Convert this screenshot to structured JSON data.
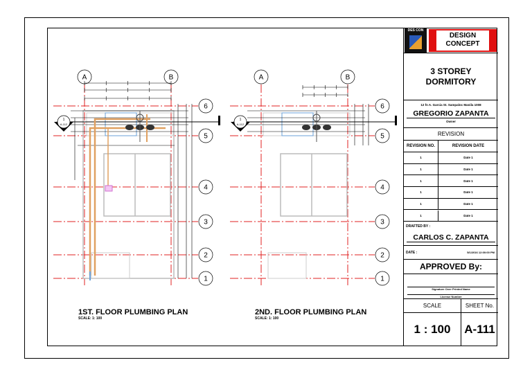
{
  "title_block": {
    "logo_text": "DES CON",
    "brand": "DESIGN CONCEPT",
    "brand_line1": "DESIGN",
    "brand_line2": "CONCEPT",
    "project_line1": "3 STOREY",
    "project_line2": "DORMITORY",
    "address": "12 fn A. Garcia St. Sampaloc Manila 1008",
    "owner_name": "GREGORIO ZAPANTA",
    "owner_label": "Owner",
    "revision_label": "REVISION",
    "revision_headers": [
      "REVISION NO.",
      "REVISION  DATE"
    ],
    "revisions": [
      {
        "no": "1",
        "date": "Date 1"
      },
      {
        "no": "1",
        "date": "Date 1"
      },
      {
        "no": "1",
        "date": "Date 1"
      },
      {
        "no": "1",
        "date": "Date 1"
      },
      {
        "no": "1",
        "date": "Date 1"
      },
      {
        "no": "1",
        "date": "Date 1"
      }
    ],
    "drafted_by_label": "DRAFTED BY :",
    "drafted_by": "CARLOS C. ZAPANTA",
    "date_label": "DATE :",
    "date_value": "5/1/2016 12:00:00 PM",
    "approved_label": "APPROVED By:",
    "signature_label": "Signature Over Printed Name",
    "license_label": "License Number",
    "scale_label": "SCALE",
    "sheet_label": "SHEET No.",
    "scale_value": "1 : 100",
    "sheet_value": "A-111"
  },
  "plans": [
    {
      "title": "1ST. FLOOR PLUMBING PLAN",
      "scale": "SCALE: 1: 100",
      "section_mark": "1",
      "section_ref": "A-112"
    },
    {
      "title": "2ND. FLOOR PLUMBING PLAN",
      "scale": "SCALE: 1: 100",
      "section_mark": "1",
      "section_ref": "A-112"
    }
  ],
  "grid": {
    "columns": [
      "A",
      "B"
    ],
    "rows": [
      "6",
      "5",
      "4",
      "3",
      "2",
      "1"
    ]
  },
  "colors": {
    "gridline": "#e02020",
    "pipe": "#e0a060",
    "water": "#6aa0d8",
    "brand_red": "#e01010",
    "fixture": "#d070d0"
  }
}
